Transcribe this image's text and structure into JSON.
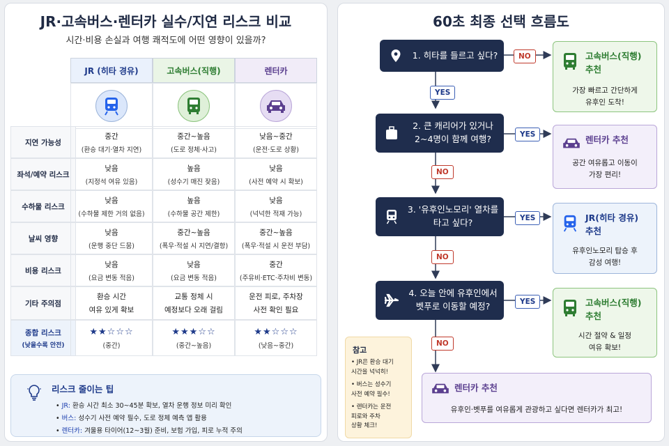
{
  "left": {
    "title": "JR·고속버스·렌터카 실수/지연 리스크 비교",
    "subtitle": "시간·비용 손실과 여행 쾌적도에 어떤 영향이 있을까?",
    "columns": [
      {
        "label": "JR (히타 경유)",
        "icon": "train-icon",
        "color": "#2563eb"
      },
      {
        "label": "고속버스(직행)",
        "icon": "bus-icon",
        "color": "#2e7d32"
      },
      {
        "label": "렌터카",
        "icon": "car-icon",
        "color": "#5b3f8f"
      }
    ],
    "rows": [
      {
        "label": "지연 가능성",
        "cells": [
          {
            "m": "중간",
            "d": "(환승 대기·열차 지연)"
          },
          {
            "m": "중간~높음",
            "d": "(도로 정체·사고)"
          },
          {
            "m": "낮음~중간",
            "d": "(운전·도로 상황)"
          }
        ]
      },
      {
        "label": "좌석/예약 리스크",
        "cells": [
          {
            "m": "낮음",
            "d": "(지정석 여유 있음)"
          },
          {
            "m": "높음",
            "d": "(성수기 매진 잦음)"
          },
          {
            "m": "낮음",
            "d": "(사전 예약 시 확보)"
          }
        ]
      },
      {
        "label": "수하물 리스크",
        "cells": [
          {
            "m": "낮음",
            "d": "(수하물 제한 거의 없음)"
          },
          {
            "m": "높음",
            "d": "(수하물 공간 제한)"
          },
          {
            "m": "낮음",
            "d": "(넉넉한 적재 가능)"
          }
        ]
      },
      {
        "label": "날씨 영향",
        "cells": [
          {
            "m": "낮음",
            "d": "(운행 중단 드뭄)"
          },
          {
            "m": "중간~높음",
            "d": "(폭우·적설 시 지연/결항)"
          },
          {
            "m": "중간~높음",
            "d": "(폭우·적설 시 운전 부담)"
          }
        ]
      },
      {
        "label": "비용 리스크",
        "cells": [
          {
            "m": "낮음",
            "d": "(요금 변동 적음)"
          },
          {
            "m": "낮음",
            "d": "(요금 변동 적음)"
          },
          {
            "m": "중간",
            "d": "(주유비·ETC·주차비 변동)"
          }
        ]
      },
      {
        "label": "기타 주의점",
        "cells": [
          {
            "m": "환승 시간",
            "d": "여유 있게 확보"
          },
          {
            "m": "교통 정체 시",
            "d": "예정보다 오래 걸림"
          },
          {
            "m": "운전 피로, 주차장",
            "d": "사전 확인 필요"
          }
        ]
      }
    ],
    "total": {
      "label": "종합 리스크",
      "label_note": "(낮을수록 안전)",
      "cells": [
        {
          "stars": "★★☆☆☆",
          "rating": 2,
          "text": "(중간)"
        },
        {
          "stars": "★★★☆☆",
          "rating": 3,
          "text": "(중간~높음)"
        },
        {
          "stars": "★★☆☆☆",
          "rating": 2,
          "text": "(낮음~중간)"
        }
      ]
    },
    "tips": {
      "title": "리스크 줄이는 팁",
      "icon": "lightbulb-icon",
      "items": [
        {
          "k": "JR:",
          "t": " 환승 시간 최소 30~45분 확보, 열차 운행 정보 미리 확인"
        },
        {
          "k": "버스:",
          "t": " 성수기 사전 예약 필수, 도로 정체 예측 앱 활용"
        },
        {
          "k": "렌터카:",
          "t": " 겨울용 타이어(12~3월) 준비, 보험 가입, 피로 누적 주의"
        }
      ]
    }
  },
  "right": {
    "title": "60초 최종 선택 흐름도",
    "questions": [
      {
        "text": "1. 히타를 들르고 싶다?",
        "icon": "location-pin-icon"
      },
      {
        "text": "2. 큰 캐리어가 있거나\n2~4명이 함께 여행?",
        "icon": "suitcase-icon"
      },
      {
        "text": "3. '유후인노모리' 열차를\n타고 싶다?",
        "icon": "train-icon"
      },
      {
        "text": "4. 오늘 안에 유후인에서\n벳푸로 이동할 예정?",
        "icon": "airplane-icon"
      }
    ],
    "labels": {
      "yes": "YES",
      "no": "NO"
    },
    "results": [
      {
        "title": "고속버스(직행)\n추천",
        "desc": "가장 빠르고 간단하게\n유후인 도착!",
        "icon": "bus-icon"
      },
      {
        "title": "렌터카 추천",
        "desc": "공간 여유롭고 이동이\n가장 편리!",
        "icon": "car-icon"
      },
      {
        "title": "JR(히타 경유)\n추천",
        "desc": "유후인노모리 탑승 후\n감성 여행!",
        "icon": "train-icon"
      },
      {
        "title": "고속버스(직행)\n추천",
        "desc": "시간 절약 & 일정\n여유 확보!",
        "icon": "bus-icon"
      },
      {
        "title": "렌터카 추천",
        "desc": "유후인·벳푸를 여유롭게 관광하고 싶다면 렌터카가 최고!",
        "icon": "car-icon"
      }
    ],
    "note": {
      "title": "참고",
      "items": [
        "JR은 환승 대기\n시간을 넉넉히!",
        "버스는 성수기\n사전 예약 필수!",
        "렌터카는 운전\n피로와 주차\n상황 체크!"
      ]
    }
  }
}
